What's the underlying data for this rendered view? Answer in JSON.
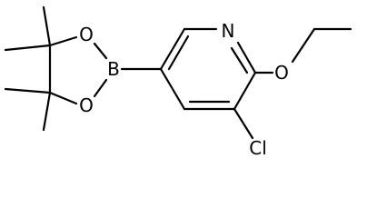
{
  "molecule": {
    "atoms": {
      "n": "N",
      "o_ether": "O",
      "cl": "Cl",
      "b": "B",
      "o_upper": "O",
      "o_lower": "O"
    }
  },
  "colors": {
    "bond": "#000000",
    "label": "#000000",
    "background": "#ffffff"
  }
}
